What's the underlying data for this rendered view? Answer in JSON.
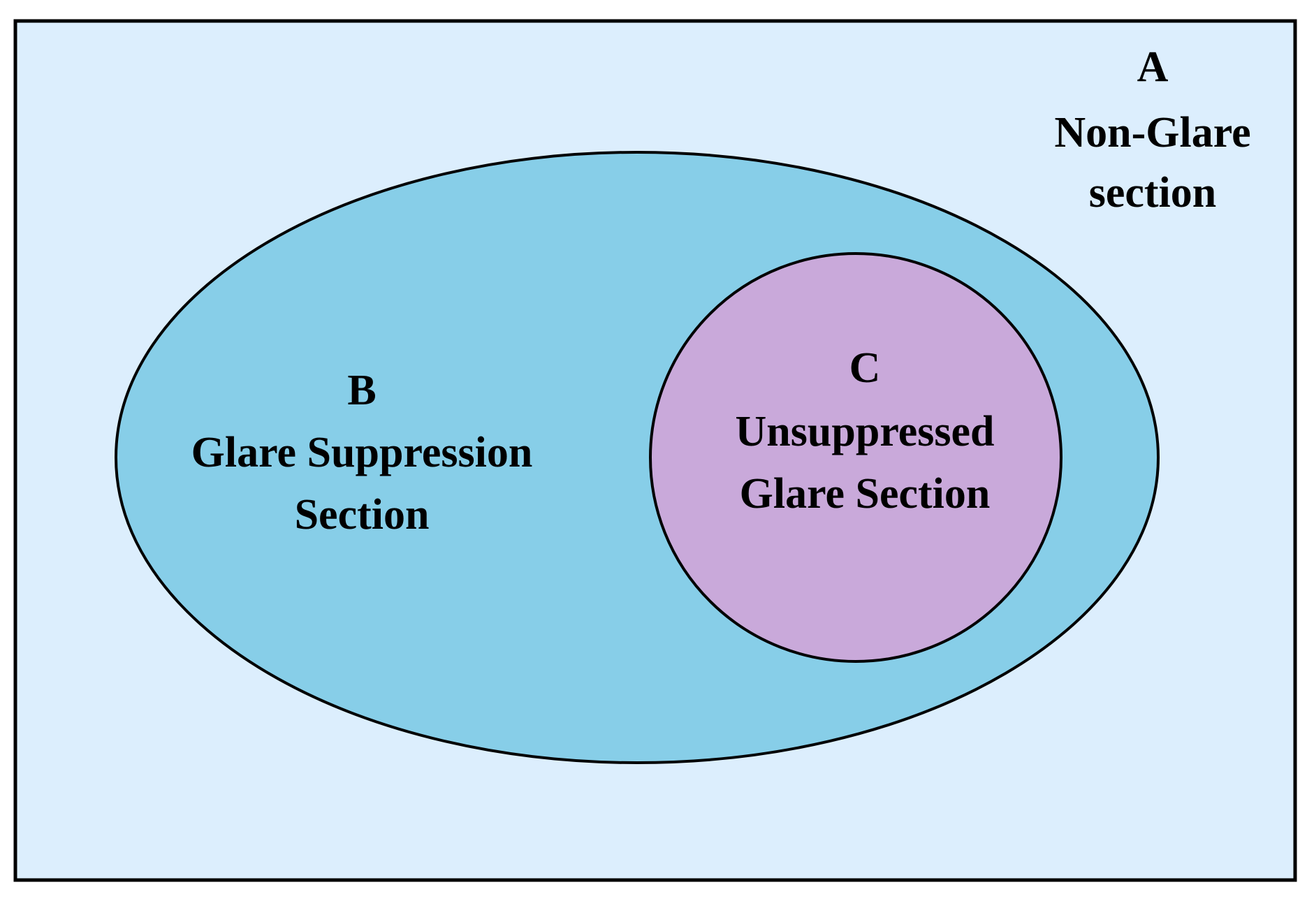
{
  "colors": {
    "outer_fill": "#DCEEFD",
    "ellipse_fill": "#87CEE8",
    "circle_fill": "#C9A9DA",
    "stroke": "#000000"
  },
  "regions": {
    "a": {
      "letter": "A",
      "line1": "Non-Glare",
      "line2": "section"
    },
    "b": {
      "letter": "B",
      "line1": "Glare Suppression",
      "line2": "Section"
    },
    "c": {
      "letter": "C",
      "line1": "Unsuppressed",
      "line2": "Glare Section"
    }
  }
}
